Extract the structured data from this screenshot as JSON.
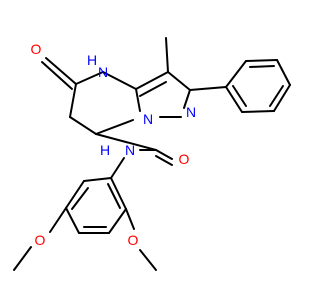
{
  "atom_labels": {
    "o_ketone": "O",
    "n4_h": "H",
    "n4": "N",
    "n_ring_left": "N",
    "n_ring_right": "N",
    "amide_n": "N",
    "amide_h": "H",
    "amide_o": "O",
    "ome_left_o": "O",
    "ome_right_o": "O"
  },
  "colors": {
    "bond": "#000000",
    "oxygen": "#ff0000",
    "nitrogen": "#0000ff",
    "background": "#ffffff"
  }
}
